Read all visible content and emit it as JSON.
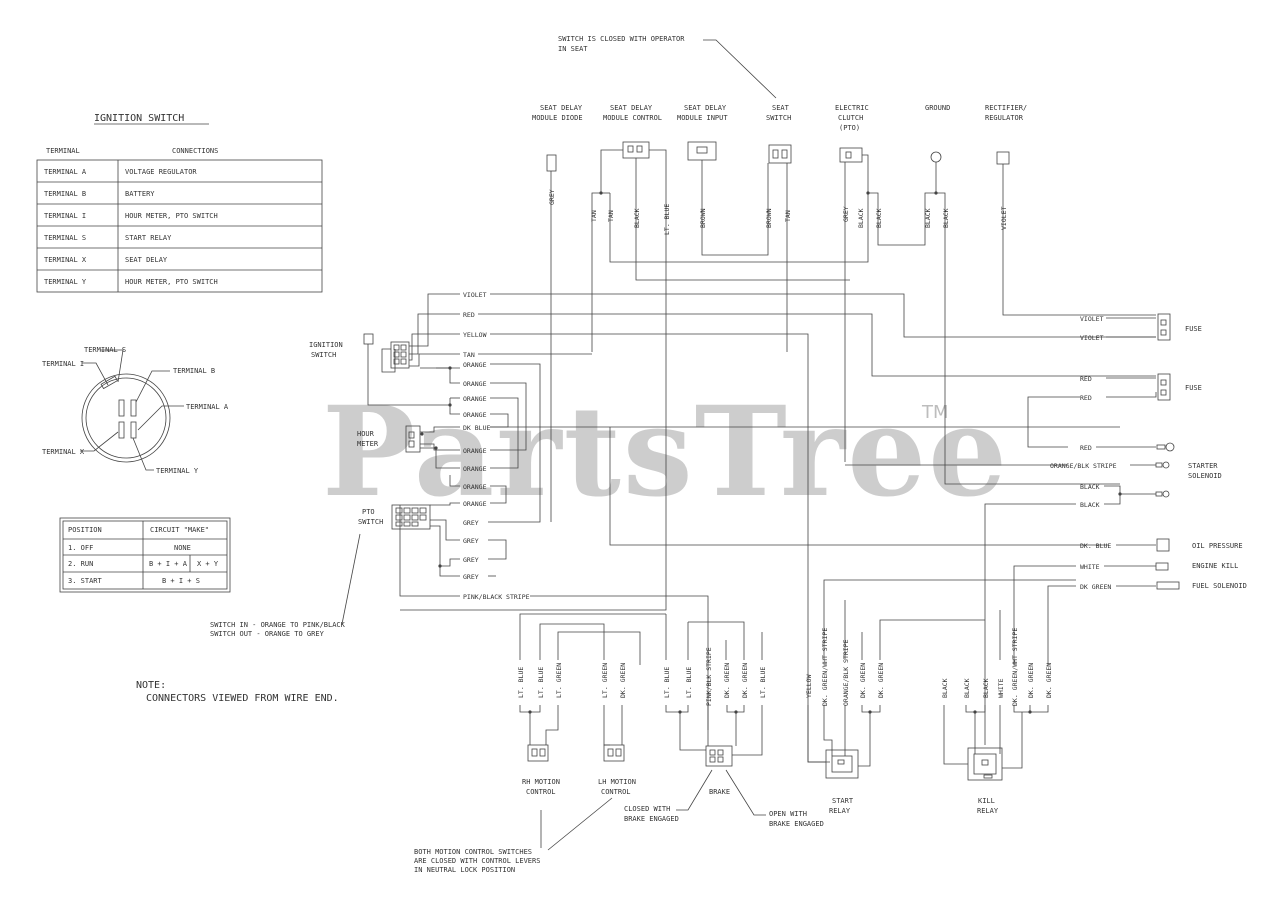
{
  "watermark": {
    "brand": "PartsTree",
    "tm": "TM"
  },
  "ignition_table": {
    "title": "IGNITION SWITCH",
    "headers": [
      "TERMINAL",
      "CONNECTIONS"
    ],
    "rows": [
      [
        "TERMINAL A",
        "VOLTAGE REGULATOR"
      ],
      [
        "TERMINAL B",
        "BATTERY"
      ],
      [
        "TERMINAL I",
        "HOUR METER, PTO SWITCH"
      ],
      [
        "TERMINAL S",
        "START RELAY"
      ],
      [
        "TERMINAL X",
        "SEAT DELAY"
      ],
      [
        "TERMINAL Y",
        "HOUR METER, PTO SWITCH"
      ]
    ]
  },
  "terminal_diagram": {
    "labels": [
      "TERMINAL S",
      "TERMINAL I",
      "TERMINAL B",
      "TERMINAL A",
      "TERMINAL X",
      "TERMINAL Y"
    ]
  },
  "position_table": {
    "headers": [
      "POSITION",
      "CIRCUIT \"MAKE\""
    ],
    "rows": [
      [
        "1. OFF",
        "NONE",
        ""
      ],
      [
        "2. RUN",
        "B + I + A",
        "X + Y"
      ],
      [
        "3. START",
        "B + I + S",
        ""
      ]
    ]
  },
  "notes": {
    "switch_in_1": "SWITCH IN - ORANGE TO PINK/BLACK",
    "switch_in_2": "SWITCH OUT - ORANGE TO GREY",
    "note_1": "NOTE:",
    "note_2": "CONNECTORS VIEWED FROM WIRE END.",
    "seat_1": "SWITCH IS CLOSED WITH OPERATOR",
    "seat_2": "IN SEAT",
    "motion_1": "BOTH MOTION CONTROL SWITCHES",
    "motion_2": "ARE CLOSED WITH CONTROL LEVERS",
    "motion_3": "IN NEUTRAL LOCK POSITION",
    "brake_closed_1": "CLOSED WITH",
    "brake_closed_2": "BRAKE ENGAGED",
    "brake_open_1": "OPEN WITH",
    "brake_open_2": "BRAKE ENGAGED"
  },
  "components": {
    "seat_delay_diode": [
      "SEAT DELAY",
      "MODULE DIODE"
    ],
    "seat_delay_control": [
      "SEAT DELAY",
      "MODULE CONTROL"
    ],
    "seat_delay_input": [
      "SEAT DELAY",
      "MODULE INPUT"
    ],
    "seat_switch": [
      "SEAT",
      "SWITCH"
    ],
    "electric_clutch": [
      "ELECTRIC",
      "CLUTCH",
      "(PTO)"
    ],
    "ground": "GROUND",
    "rectifier": [
      "RECTIFIER/",
      "REGULATOR"
    ],
    "ignition_switch": [
      "IGNITION",
      "SWITCH"
    ],
    "hour_meter": [
      "HOUR",
      "METER"
    ],
    "pto_switch": [
      "PTO",
      "SWITCH"
    ],
    "fuse_1": "FUSE",
    "fuse_2": "FUSE",
    "starter_solenoid": [
      "STARTER",
      "SOLENOID"
    ],
    "oil_pressure": "OIL PRESSURE",
    "engine_kill": "ENGINE KILL",
    "fuel_solenoid": "FUEL SOLENOID",
    "rh_motion": [
      "RH MOTION",
      "CONTROL"
    ],
    "lh_motion": [
      "LH MOTION",
      "CONTROL"
    ],
    "brake": "BRAKE",
    "start_relay": [
      "START",
      "RELAY"
    ],
    "kill_relay": [
      "KILL",
      "RELAY"
    ]
  },
  "wires": {
    "top_vertical": [
      "GREY",
      "TAN",
      "TAN",
      "BLACK",
      "LT. BLUE",
      "BROWN",
      "BROWN",
      "TAN",
      "GREY",
      "BLACK",
      "BLACK",
      "BLACK",
      "BLACK",
      "VIOLET"
    ],
    "left_horizontal": [
      "VIOLET",
      "RED",
      "YELLOW",
      "TAN",
      "ORANGE",
      "ORANGE",
      "ORANGE",
      "ORANGE",
      "DK BLUE",
      "ORANGE",
      "ORANGE",
      "ORANGE",
      "ORANGE",
      "GREY",
      "GREY",
      "GREY",
      "GREY",
      "PINK/BLACK STRIPE"
    ],
    "right_horizontal": [
      "VIOLET",
      "VIOLET",
      "RED",
      "RED",
      "RED",
      "ORANGE/BLK STRIPE",
      "BLACK",
      "BLACK",
      "DK. BLUE",
      "WHITE",
      "DK GREEN"
    ],
    "bottom_vertical": [
      "LT. BLUE",
      "LT. BLUE",
      "LT. GREEN",
      "LT. GREEN",
      "DK. GREEN",
      "LT. BLUE",
      "LT. BLUE",
      "PINK/BLK STRIPE",
      "DK. GREEN",
      "DK. GREEN",
      "LT. BLUE",
      "YELLOW",
      "DK. GREEN/WHT STRIPE",
      "ORANGE/BLK STRIPE",
      "DK. GREEN",
      "DK. GREEN",
      "BLACK",
      "BLACK",
      "BLACK",
      "WHITE",
      "DK. GREEN/WHT STRIPE",
      "DK. GREEN",
      "DK. GREEN"
    ]
  }
}
